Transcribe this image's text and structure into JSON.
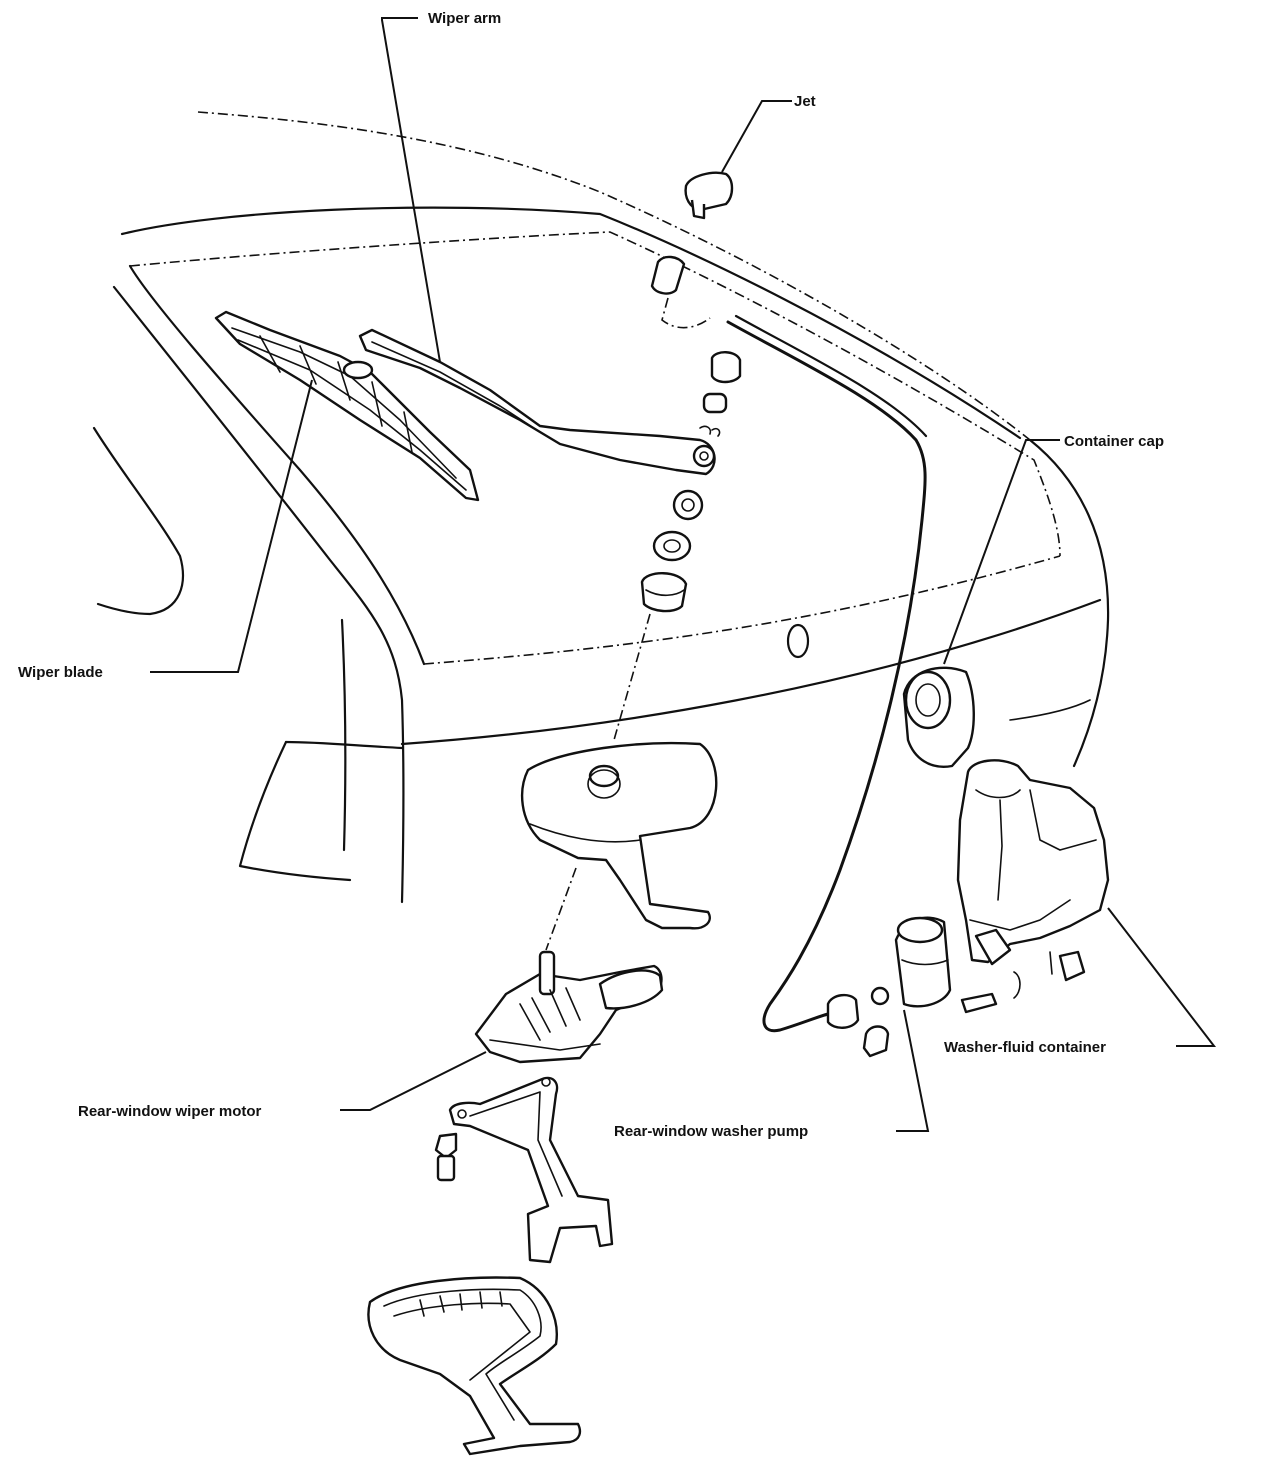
{
  "labels": {
    "wiper_arm": "Wiper arm",
    "jet": "Jet",
    "container_cap": "Container cap",
    "wiper_blade": "Wiper blade",
    "washer_fluid_container": "Washer-fluid container",
    "rear_window_wiper_motor": "Rear-window wiper motor",
    "rear_window_washer_pump": "Rear-window washer pump"
  }
}
